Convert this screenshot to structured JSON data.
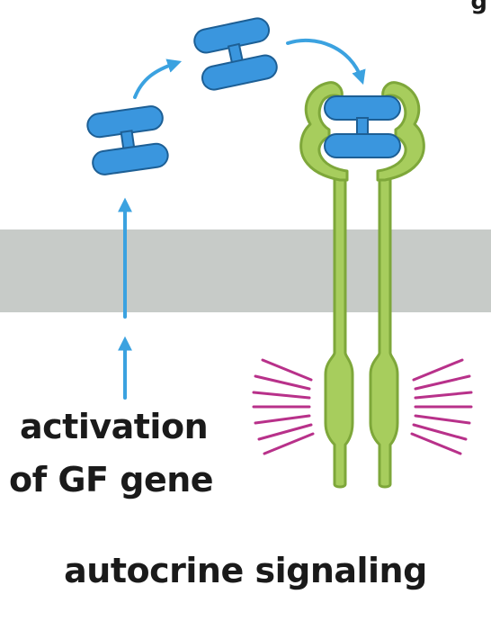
{
  "diagram": {
    "title": "autocrine signaling",
    "gene_label_line1": "activation",
    "gene_label_line2": "of GF gene",
    "corner_fragment": "g"
  },
  "colors": {
    "membrane": "#c7cbc8",
    "growth_factor": "#3a96de",
    "growth_factor_stroke": "#1d5f95",
    "arrow": "#3ba2e0",
    "receptor_fill": "#a7cd5d",
    "receptor_stroke": "#7ea73a",
    "activation_rays": "#b8318a"
  },
  "icons": {
    "growth_factor": "growth-factor-molecule-icon",
    "receptor": "receptor-dimer-icon",
    "signal_rays": "kinase-activation-rays-icon"
  }
}
